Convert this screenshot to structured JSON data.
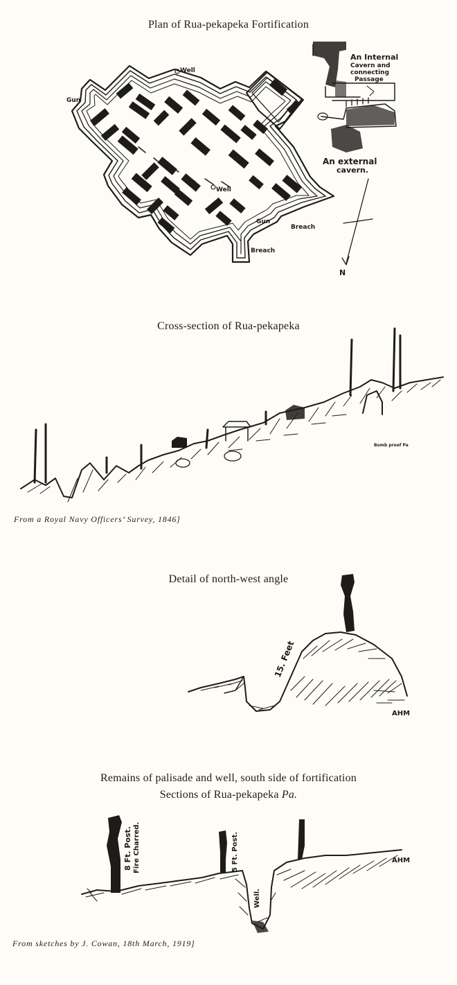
{
  "plan": {
    "title": "Plan of Rua-pekapeka Fortification",
    "labels": {
      "well_top": "Well",
      "well_mid": "Well",
      "gun_left": "Gun",
      "gun_right": "Gun",
      "breach_right": "Breach",
      "breach_bottom": "Breach",
      "north": "N"
    },
    "internal_cavern": [
      "An Internal",
      "Cavern and",
      "connecting",
      "Passage"
    ],
    "external_cavern": [
      "An external",
      "cavern."
    ]
  },
  "cross_section": {
    "title": "Cross-section of Rua-pekapeka",
    "label": "Bomb proof Pa",
    "caption": "From a Royal Navy Officers’ Survey, 1846]"
  },
  "detail": {
    "title": "Detail of north-west angle",
    "depth_label": "15. Feet",
    "initials": "AHM"
  },
  "palisade": {
    "title_line1": "Remains of palisade and well, south side of fortification",
    "title_line2_text": "Sections of Rua-pekapeka ",
    "title_line2_italic": "Pa.",
    "post1": [
      "8 Ft. Post.",
      "Fire Charred."
    ],
    "post2": "5 Ft. Post.",
    "well": "Well.",
    "initials": "AHM",
    "caption": "From sketches by J. Cowan, 18th March, 1919]"
  }
}
